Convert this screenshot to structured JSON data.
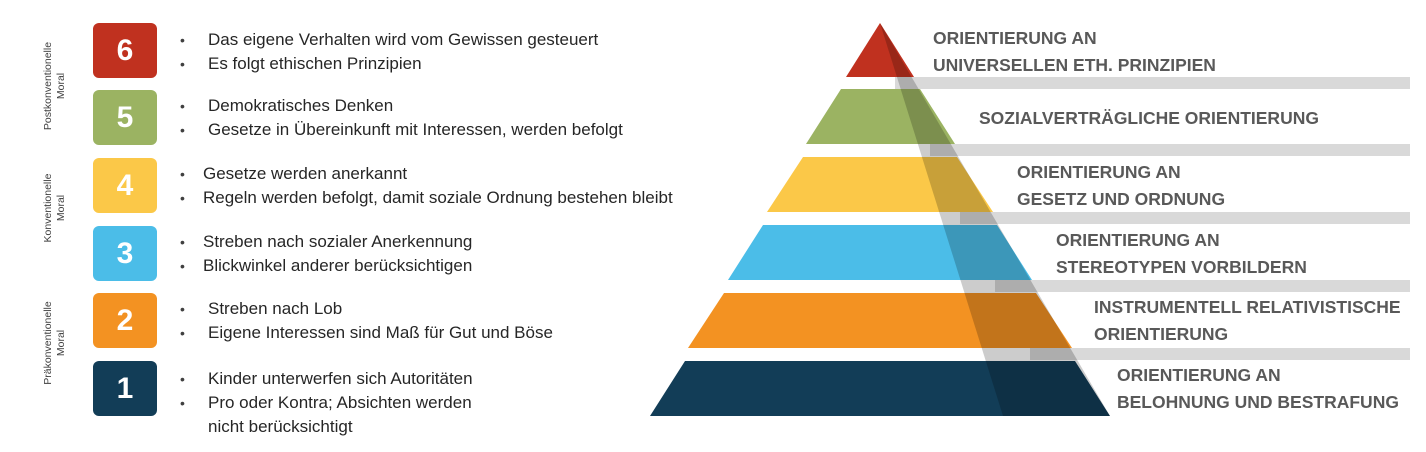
{
  "groups": [
    {
      "line1": "Postkonventionelle",
      "line2": "Moral"
    },
    {
      "line1": "Konventionelle",
      "line2": "Moral"
    },
    {
      "line1": "Präkonventionelle",
      "line2": "Moral"
    }
  ],
  "levels": [
    {
      "number": "6",
      "color": "#c0311f",
      "bullets": [
        "Das eigene Verhalten wird vom Gewissen gesteuert",
        "Es folgt ethischen Prinzipien"
      ],
      "stage_line1": "ORIENTIERUNG AN",
      "stage_line2": "UNIVERSELLEN ETH. PRINZIPIEN"
    },
    {
      "number": "5",
      "color": "#9bb362",
      "bullets": [
        "Demokratisches Denken",
        "Gesetze in Übereinkunft mit Interessen, werden befolgt"
      ],
      "stage_line1": "SOZIALVERTRÄGLICHE ORIENTIERUNG",
      "stage_line2": ""
    },
    {
      "number": "4",
      "color": "#fbc848",
      "bullets": [
        "Gesetze werden anerkannt",
        "Regeln werden befolgt, damit soziale Ordnung bestehen bleibt"
      ],
      "stage_line1": "ORIENTIERUNG AN",
      "stage_line2": "GESETZ UND ORDNUNG"
    },
    {
      "number": "3",
      "color": "#4bbde8",
      "bullets": [
        "Streben nach sozialer Anerkennung",
        "Blickwinkel anderer berücksichtigen"
      ],
      "stage_line1": "ORIENTIERUNG AN",
      "stage_line2": "STEREOTYPEN VORBILDERN"
    },
    {
      "number": "2",
      "color": "#f39222",
      "bullets": [
        "Streben nach Lob",
        "Eigene Interessen sind Maß für Gut und Böse"
      ],
      "stage_line1": "INSTRUMENTELL RELATIVISTISCHE",
      "stage_line2": "ORIENTIERUNG"
    },
    {
      "number": "1",
      "color": "#123d57",
      "bullets": [
        "Kinder unterwerfen sich Autoritäten",
        "Pro oder Kontra; Absichten werden",
        " nicht berücksichtigt"
      ],
      "stage_line1": "ORIENTIERUNG AN",
      "stage_line2": "BELOHNUNG UND BESTRAFUNG"
    }
  ]
}
